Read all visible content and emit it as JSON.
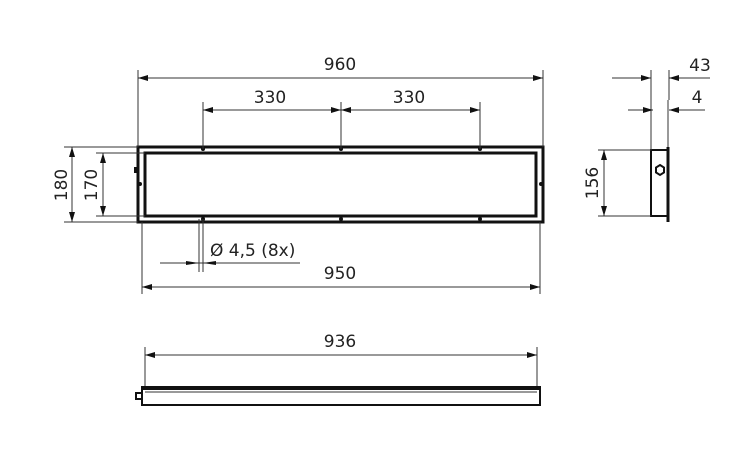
{
  "drawing": {
    "front_view": {
      "width_overall": "960",
      "hole_spacing_left": "330",
      "hole_spacing_right": "330",
      "height_overall": "180",
      "height_inner": "170",
      "hole_note": "Ø 4,5 (8x)",
      "width_cutout": "950"
    },
    "side_view": {
      "depth": "43",
      "flange": "4",
      "height": "156"
    },
    "bottom_view": {
      "width": "936"
    },
    "line_color": "#111111"
  }
}
